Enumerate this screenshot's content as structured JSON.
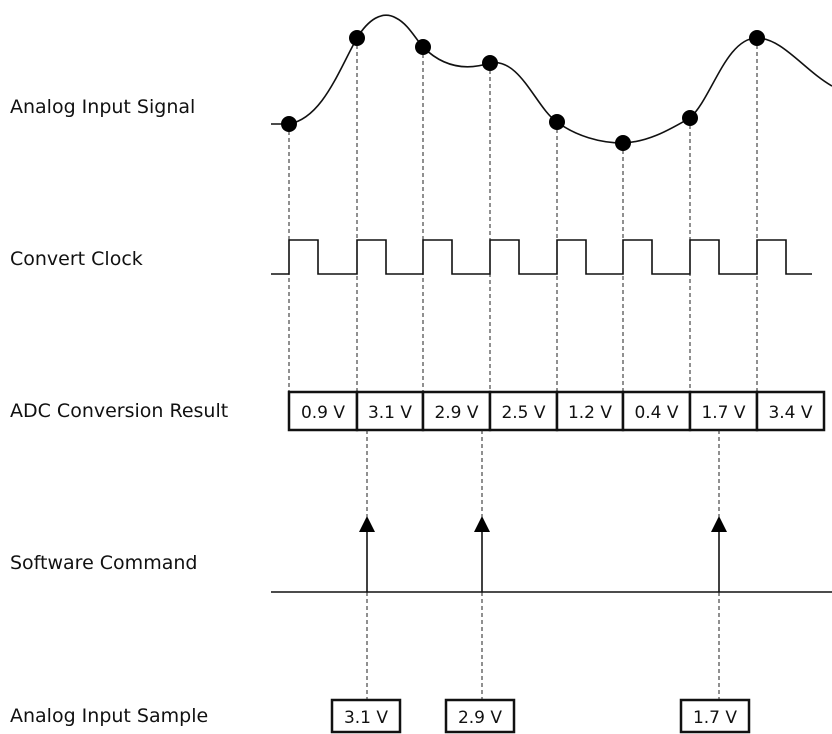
{
  "labels": {
    "analog_input_signal": "Analog Input Signal",
    "convert_clock": "Convert Clock",
    "adc_conversion_result": "ADC Conversion Result",
    "software_command": "Software Command",
    "analog_input_sample": "Analog Input Sample"
  },
  "adc_results": [
    "0.9 V",
    "3.1 V",
    "2.9 V",
    "2.5 V",
    "1.2 V",
    "0.4 V",
    "1.7 V",
    "3.4 V"
  ],
  "software_command_sample_indices": [
    1,
    2,
    6
  ],
  "analog_input_samples": [
    "3.1 V",
    "2.9 V",
    "1.7 V"
  ]
}
